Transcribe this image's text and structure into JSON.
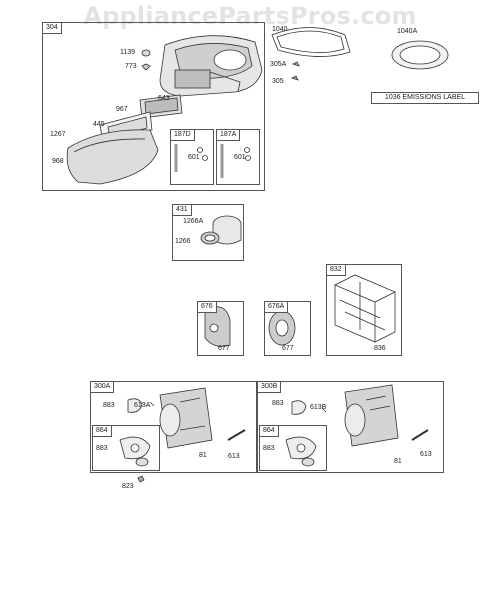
{
  "watermark": "AppliancePartsPros.com",
  "emissions_label": "1036 EMISSIONS LABEL",
  "loose_labels": {
    "p1040": "1040",
    "p1040A": "1040A",
    "p305A": "305A",
    "p305": "305",
    "p823": "823"
  },
  "groups": {
    "g304": {
      "tag": "304",
      "labels": [
        "1139",
        "773",
        "643",
        "967",
        "445",
        "1267",
        "968"
      ],
      "sub187D": {
        "tag": "187D",
        "labels": [
          "601"
        ]
      },
      "sub187A": {
        "tag": "187A",
        "labels": [
          "601"
        ]
      }
    },
    "g431": {
      "tag": "431",
      "labels": [
        "1266A",
        "1266"
      ]
    },
    "g832": {
      "tag": "832",
      "labels": [
        "836"
      ]
    },
    "g676": {
      "tag": "676",
      "labels": [
        "677"
      ]
    },
    "g676A": {
      "tag": "676A",
      "labels": [
        "677"
      ]
    },
    "g300A": {
      "tag": "300A",
      "labels": [
        "883",
        "613A",
        "81",
        "613"
      ],
      "sub864": {
        "tag": "864",
        "labels": [
          "883"
        ]
      }
    },
    "g300B": {
      "tag": "300B",
      "labels": [
        "883",
        "613B",
        "81",
        "613"
      ],
      "sub864": {
        "tag": "864",
        "labels": [
          "883"
        ]
      }
    }
  }
}
